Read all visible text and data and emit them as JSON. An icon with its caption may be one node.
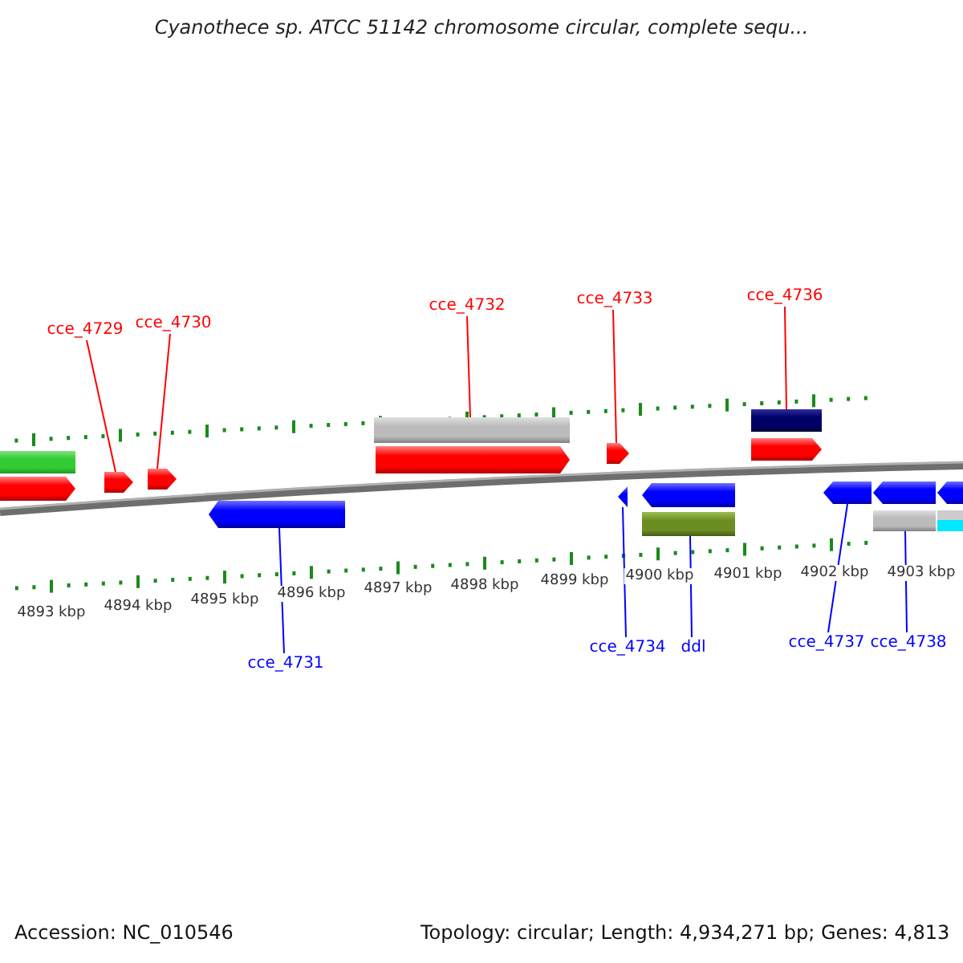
{
  "diagram": {
    "title": "Cyanothece sp. ATCC 51142 chromosome circular, complete sequ...",
    "nodes": [
      {
        "text": [
          "cce_4729"
        ]
      },
      {
        "text": [
          "cce_4730"
        ]
      },
      {
        "text": [
          "cce_4732"
        ]
      },
      {
        "text": [
          "cce_4733"
        ]
      },
      {
        "text": [
          "cce_4736"
        ]
      },
      {
        "text": [],
        "shape": "bar"
      },
      {
        "text": [],
        "shape": "pentagon"
      },
      {
        "text": [],
        "shape": "pentagon"
      },
      {
        "text": [],
        "shape": "pentagon"
      },
      {
        "text": [],
        "shape": "pentagon"
      },
      {
        "text": [],
        "shape": "bar"
      },
      {
        "text": [],
        "shape": "pentagon"
      },
      {
        "text": [],
        "shape": "pentagon"
      },
      {
        "text": [],
        "shape": "pentagon"
      },
      {
        "text": [],
        "shape": "pentagon"
      },
      {
        "text": [],
        "shape": "bar"
      },
      {
        "text": [],
        "shape": "bar"
      },
      {
        "text": [],
        "shape": "pentagon"
      },
      {
        "text": [],
        "shape": "pentagon"
      },
      {
        "text": [],
        "shape": "pentagon"
      },
      {
        "text": [],
        "shape": "bar"
      },
      {
        "text": [],
        "shape": "pentagon"
      },
      {
        "text": [],
        "shape": "bar"
      },
      {
        "text": [
          "cce_4731"
        ]
      },
      {
        "text": [
          "cce_4734"
        ]
      },
      {
        "text": [
          "ddl"
        ]
      },
      {
        "text": [
          "cce_4737"
        ]
      },
      {
        "text": [
          "cce_4738"
        ]
      }
    ],
    "edges": [
      {
        "from": 0,
        "to": 7,
        "arrow": "none"
      },
      {
        "from": 1,
        "to": 8,
        "arrow": "none"
      },
      {
        "from": 2,
        "to": 10,
        "arrow": "none"
      },
      {
        "from": 3,
        "to": 12,
        "arrow": "none"
      },
      {
        "from": 4,
        "to": 16,
        "arrow": "none"
      },
      {
        "from": 23,
        "to": 9,
        "arrow": "none",
        "color": "#0000ff"
      },
      {
        "from": 24,
        "to": 13,
        "arrow": "none",
        "color": "#0000ff"
      },
      {
        "from": 25,
        "to": 15,
        "arrow": "none",
        "color": "#0000ff"
      },
      {
        "from": 26,
        "to": 18,
        "arrow": "none",
        "color": "#0000ff"
      },
      {
        "from": 27,
        "to": 20,
        "arrow": "none",
        "color": "#0000ff"
      }
    ],
    "labels": [
      "4893 kbp",
      "4894 kbp",
      "4895 kbp",
      "4896 kbp",
      "4897 kbp",
      "4898 kbp",
      "4899 kbp",
      "4900 kbp",
      "4901 kbp",
      "4902 kbp",
      "4903 kbp",
      "Accession: NC_010546",
      "Topology: circular; Length: 4,934,271 bp; Genes: 4,813"
    ]
  }
}
